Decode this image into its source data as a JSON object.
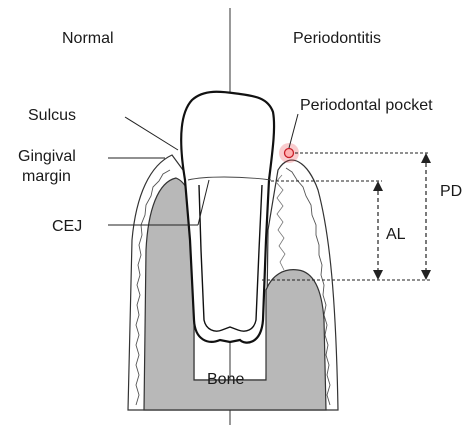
{
  "headings": {
    "left": "Normal",
    "right": "Periodontitis"
  },
  "labels": {
    "sulcus": "Sulcus",
    "gingival_1": "Gingival",
    "gingival_2": "margin",
    "cej": "CEJ",
    "pocket": "Periodontal pocket",
    "pd": "PD",
    "al": "AL",
    "bone": "Bone"
  },
  "colors": {
    "bone": "#b8b8b8",
    "outline": "#1a1a1a",
    "highlight": "#e8323c"
  }
}
